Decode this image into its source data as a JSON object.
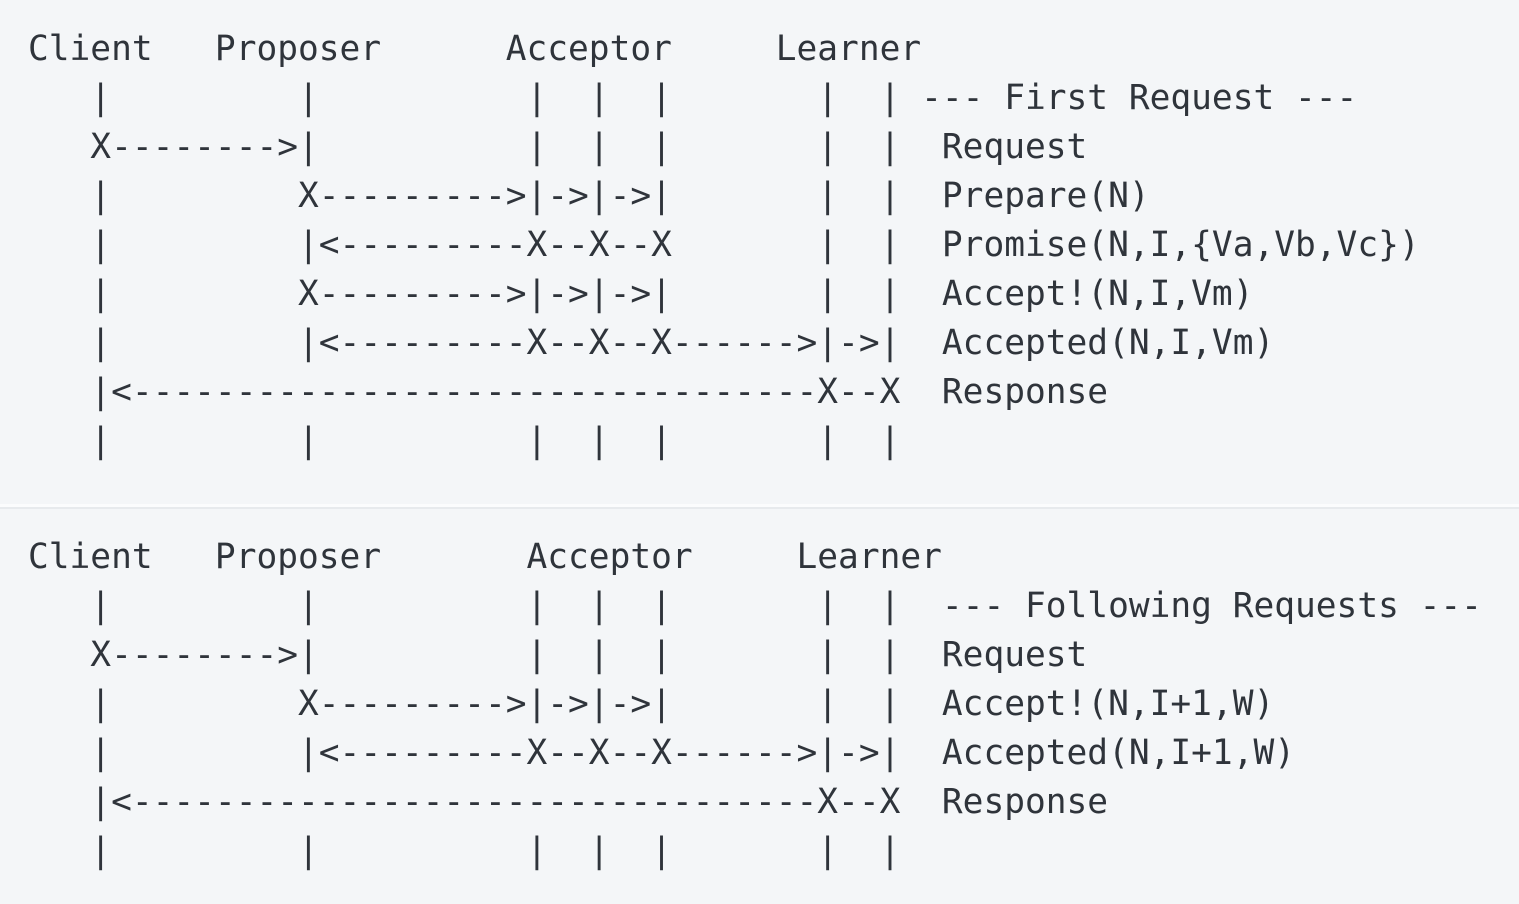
{
  "colors": {
    "background": "#f4f6f8",
    "text": "#2f343b",
    "divider-line": "#e7eaed",
    "divider-gap": "#fbfcfd"
  },
  "diagram": {
    "actors": [
      "Client",
      "Proposer",
      "Acceptor",
      "Learner"
    ],
    "sections": [
      {
        "id": "first-request",
        "title": "--- First Request ---",
        "messages": [
          "Request",
          "Prepare(N)",
          "Promise(N,I,{Va,Vb,Vc})",
          "Accept!(N,I,Vm)",
          "Accepted(N,I,Vm)",
          "Response"
        ],
        "lines": [
          "Client   Proposer      Acceptor     Learner",
          "   |         |          |  |  |       |  | --- First Request ---",
          "   X-------->|          |  |  |       |  |  Request",
          "   |         X--------->|->|->|       |  |  Prepare(N)",
          "   |         |<---------X--X--X       |  |  Promise(N,I,{Va,Vb,Vc})",
          "   |         X--------->|->|->|       |  |  Accept!(N,I,Vm)",
          "   |         |<---------X--X--X------>|->|  Accepted(N,I,Vm)",
          "   |<---------------------------------X--X  Response",
          "   |         |          |  |  |       |  |"
        ]
      },
      {
        "id": "following-requests",
        "title": "--- Following Requests ---",
        "messages": [
          "Request",
          "Accept!(N,I+1,W)",
          "Accepted(N,I+1,W)",
          "Response"
        ],
        "lines": [
          "Client   Proposer       Acceptor     Learner",
          "   |         |          |  |  |       |  |  --- Following Requests ---",
          "   X-------->|          |  |  |       |  |  Request",
          "   |         X--------->|->|->|       |  |  Accept!(N,I+1,W)",
          "   |         |<---------X--X--X------>|->|  Accepted(N,I+1,W)",
          "   |<---------------------------------X--X  Response",
          "   |         |          |  |  |       |  |"
        ]
      }
    ]
  }
}
